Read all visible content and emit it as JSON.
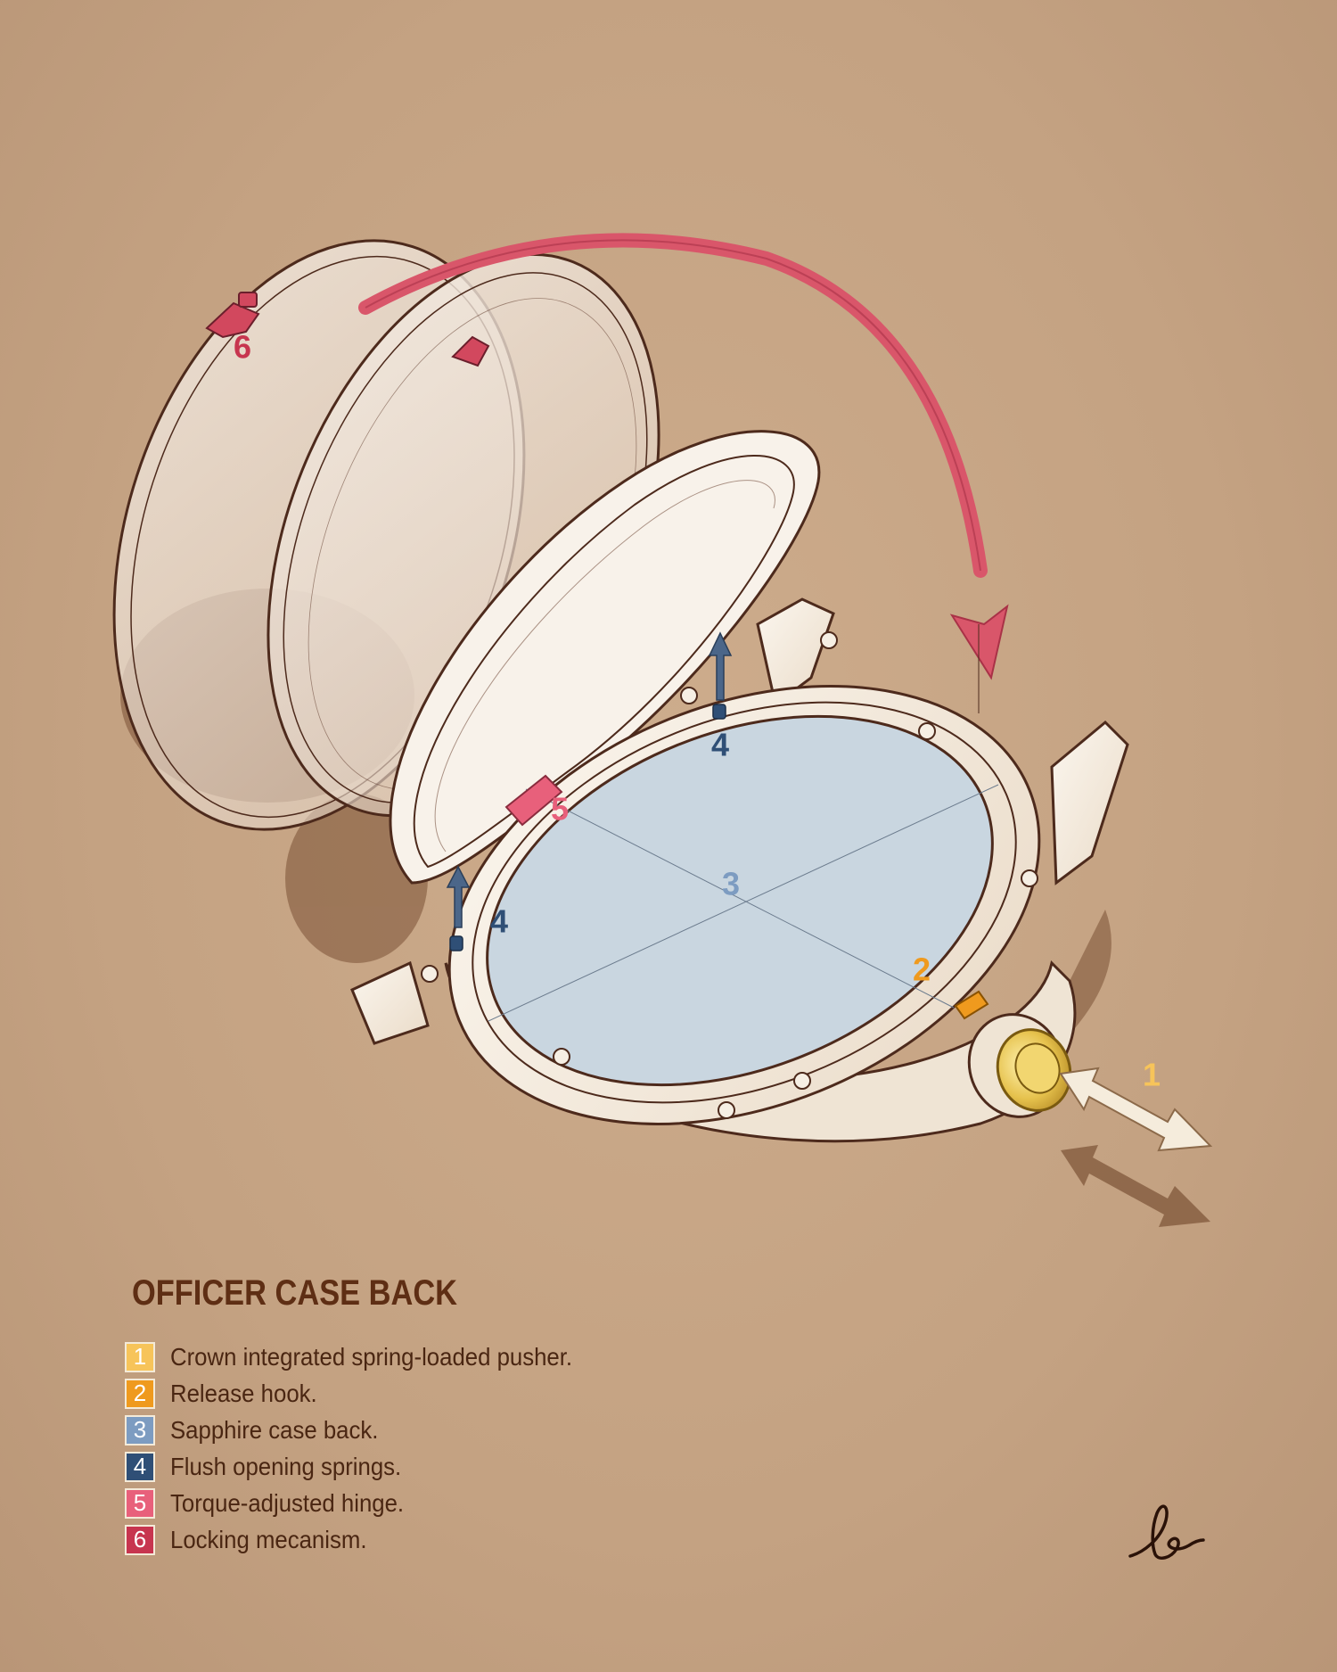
{
  "title": "OFFICER CASE BACK",
  "legend": [
    {
      "number": "1",
      "text": "Crown integrated spring-loaded pusher.",
      "color": "#f7c45a"
    },
    {
      "number": "2",
      "text": "Release hook.",
      "color": "#ef9a1e"
    },
    {
      "number": "3",
      "text": "Sapphire case back.",
      "color": "#7d9cc1"
    },
    {
      "number": "4",
      "text": "Flush opening springs.",
      "color": "#2f4f76"
    },
    {
      "number": "5",
      "text": "Torque-adjusted hinge.",
      "color": "#e8607b"
    },
    {
      "number": "6",
      "text": "Locking mecanism.",
      "color": "#c7354f"
    }
  ],
  "callouts": {
    "n1": "1",
    "n2": "2",
    "n3": "3",
    "n4a": "4",
    "n4b": "4",
    "n5": "5",
    "n6": "6"
  },
  "colors": {
    "background": "#c7a584",
    "outline": "#4d2a1c",
    "sapphire": "#c9d6e0",
    "arrow": "#d9566a",
    "title": "#5e2e14",
    "gold": "#e6c24d"
  }
}
